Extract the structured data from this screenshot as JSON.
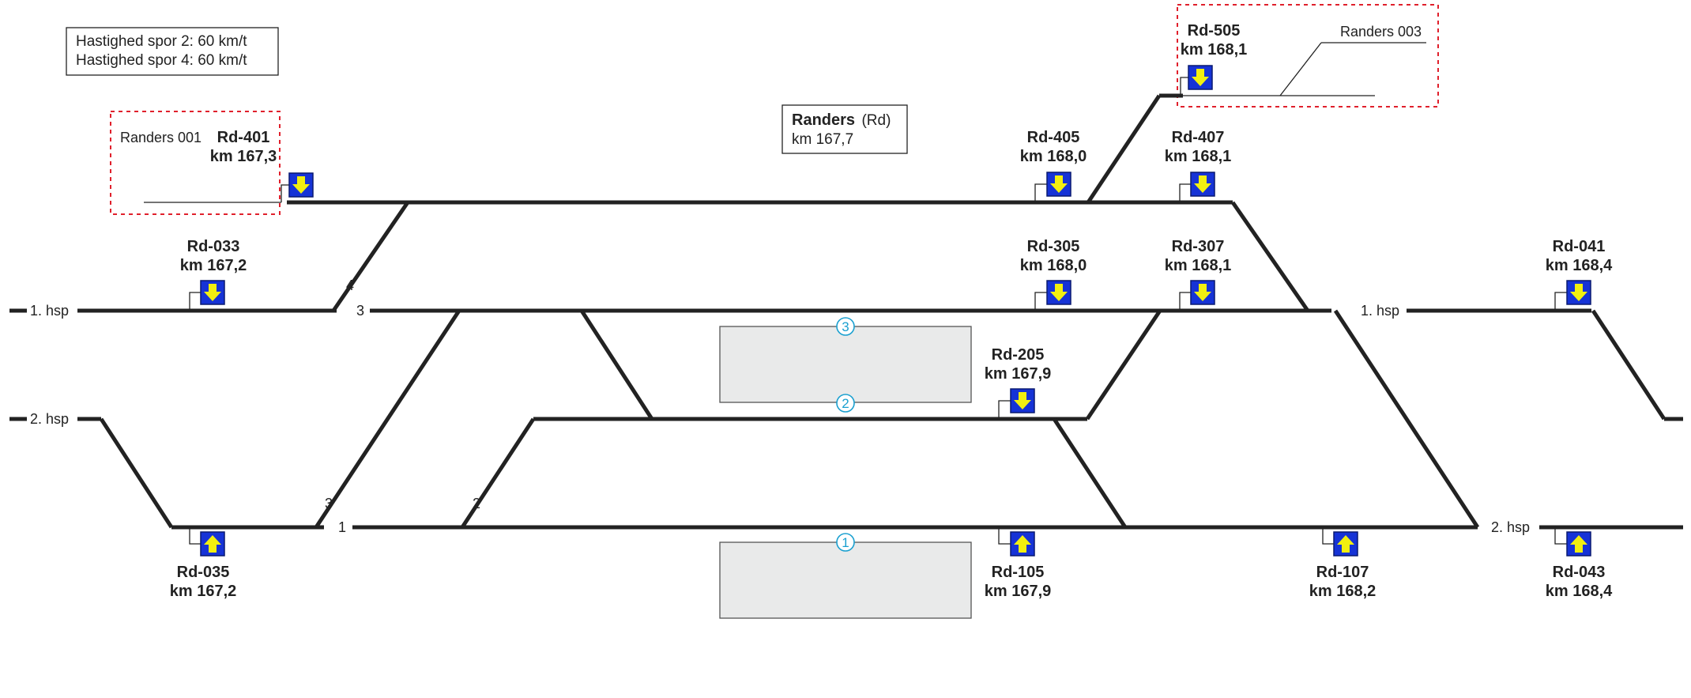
{
  "speed_box": {
    "line1": "Hastighed spor 2: 60 km/t",
    "line2": "Hastighed spor 4: 60 km/t"
  },
  "station": {
    "name": "Randers",
    "code": "(Rd)",
    "km": "km 167,7"
  },
  "zones": {
    "randers_001": "Randers 001",
    "randers_003": "Randers 003"
  },
  "track_labels": {
    "hsp1_left": "1. hsp",
    "hsp2_left": "2. hsp",
    "hsp1_right": "1. hsp",
    "hsp2_right": "2. hsp",
    "track4": "4",
    "track3_top": "3",
    "track3_bottom": "3",
    "track1": "1",
    "track2": "2"
  },
  "platforms": {
    "p3": "3",
    "p2": "2",
    "p1": "1"
  },
  "signals": [
    {
      "id": "Rd-401",
      "km": "km 167,3",
      "direction": "down"
    },
    {
      "id": "Rd-505",
      "km": "km 168,1",
      "direction": "down"
    },
    {
      "id": "Rd-405",
      "km": "km 168,0",
      "direction": "down"
    },
    {
      "id": "Rd-407",
      "km": "km 168,1",
      "direction": "down"
    },
    {
      "id": "Rd-033",
      "km": "km 167,2",
      "direction": "down"
    },
    {
      "id": "Rd-305",
      "km": "km 168,0",
      "direction": "down"
    },
    {
      "id": "Rd-307",
      "km": "km 168,1",
      "direction": "down"
    },
    {
      "id": "Rd-041",
      "km": "km 168,4",
      "direction": "down"
    },
    {
      "id": "Rd-205",
      "km": "km 167,9",
      "direction": "down"
    },
    {
      "id": "Rd-035",
      "km": "km 167,2",
      "direction": "up"
    },
    {
      "id": "Rd-105",
      "km": "km 167,9",
      "direction": "up"
    },
    {
      "id": "Rd-107",
      "km": "km 168,2",
      "direction": "up"
    },
    {
      "id": "Rd-043",
      "km": "km 168,4",
      "direction": "up"
    }
  ],
  "colors": {
    "signal_background": "#1633d6",
    "signal_arrow": "#f2ef10",
    "zone_border": "#e0202c",
    "platform_fill": "#e9eaea",
    "platform_number": "#1aa0d0",
    "track": "#222222"
  }
}
